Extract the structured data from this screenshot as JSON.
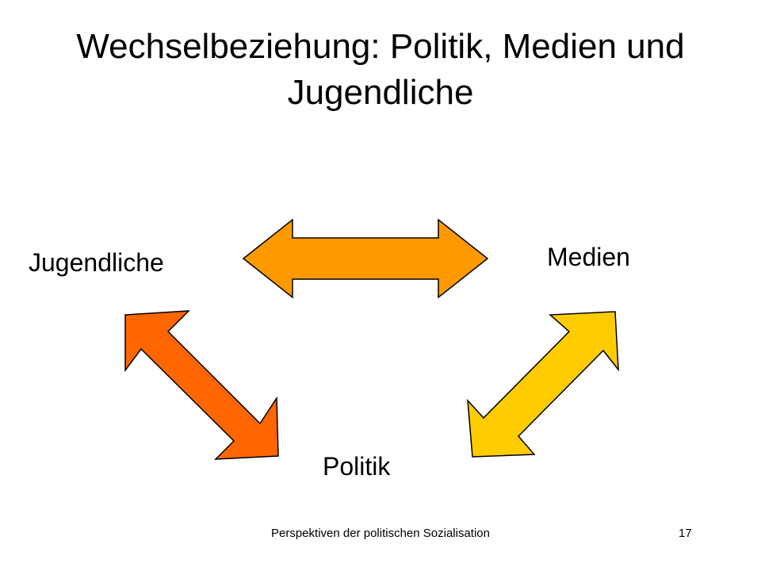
{
  "slide": {
    "title": "Wechselbeziehung: Politik, Medien und Jugendliche",
    "nodes": {
      "jugendliche": "Jugendliche",
      "medien": "Medien",
      "politik": "Politik"
    },
    "footer": "Perspektiven der politischen Sozialisation",
    "page_number": "17"
  },
  "colors": {
    "arrow_top": "#FF9900",
    "arrow_left": "#FF6600",
    "arrow_right": "#FFCC00",
    "outline": "#000000"
  }
}
